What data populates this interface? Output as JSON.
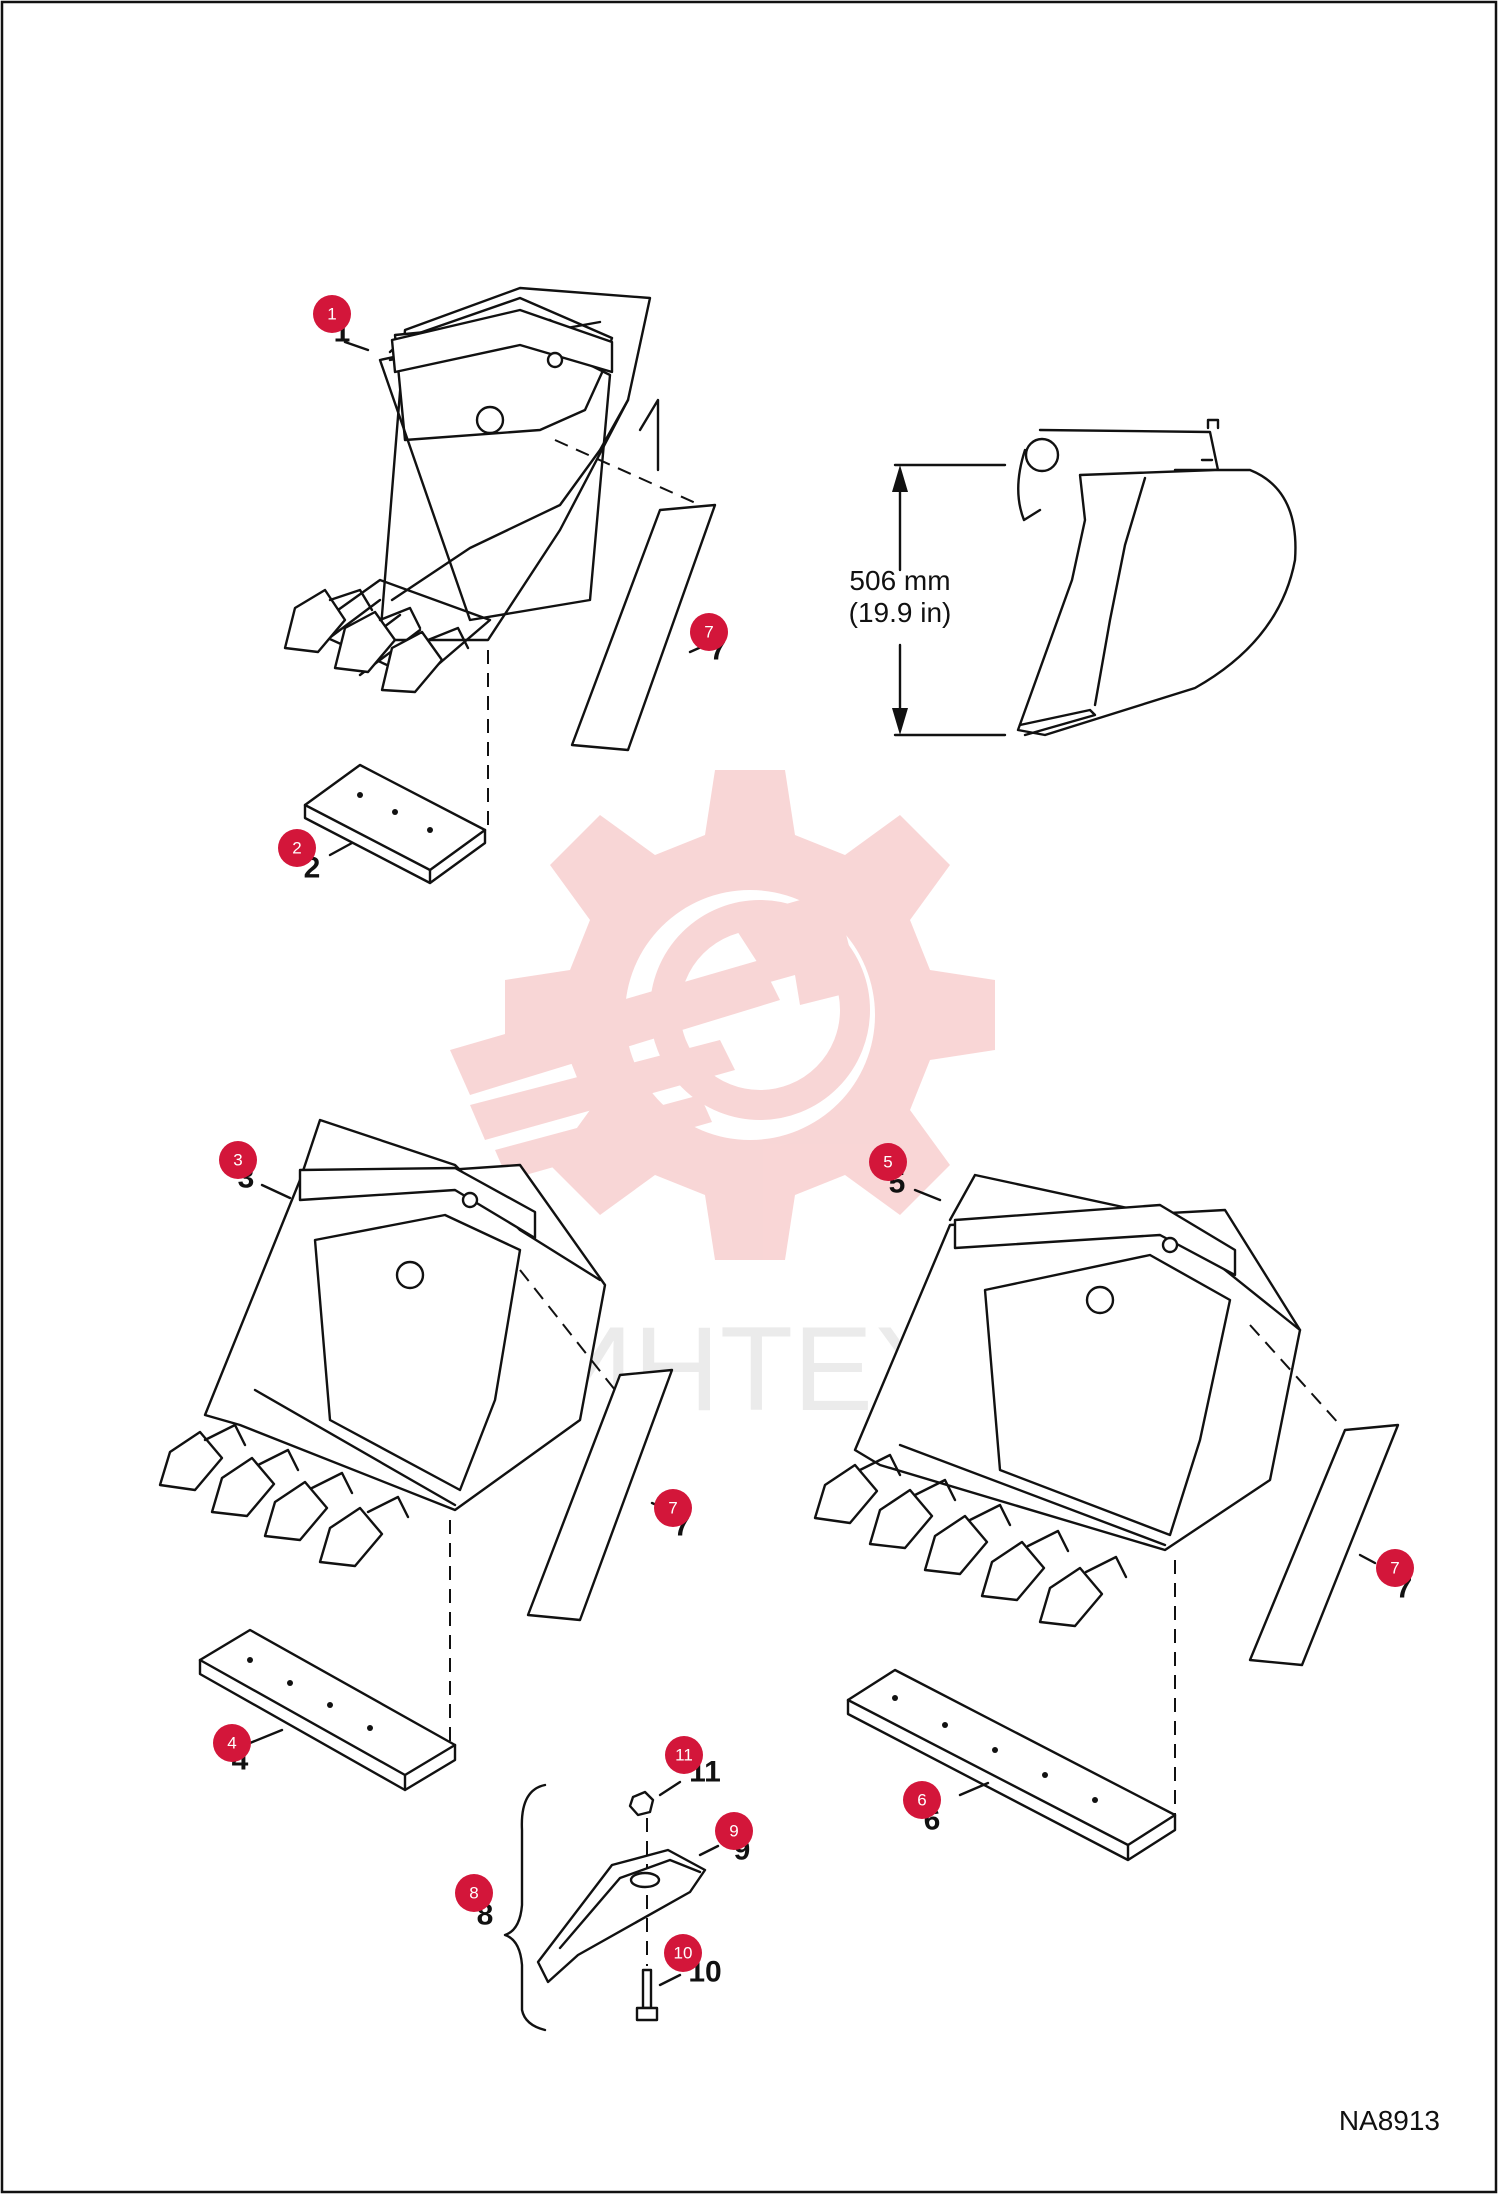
{
  "dimension": {
    "value": "506 mm",
    "imperial": "(19.9 in)"
  },
  "figure_code": "NA8913",
  "watermark_text": "ИНТЕХ",
  "callouts": [
    "1",
    "2",
    "3",
    "4",
    "5",
    "6",
    "7",
    "7",
    "7",
    "8",
    "9",
    "10",
    "11"
  ],
  "part_numbers": [
    "1",
    "2",
    "3",
    "4",
    "5",
    "6",
    "7",
    "7",
    "7",
    "8",
    "9",
    "10",
    "11"
  ],
  "colors": {
    "callout": "#d3163a",
    "line": "#111111",
    "watermark": "#f6c6c6"
  }
}
